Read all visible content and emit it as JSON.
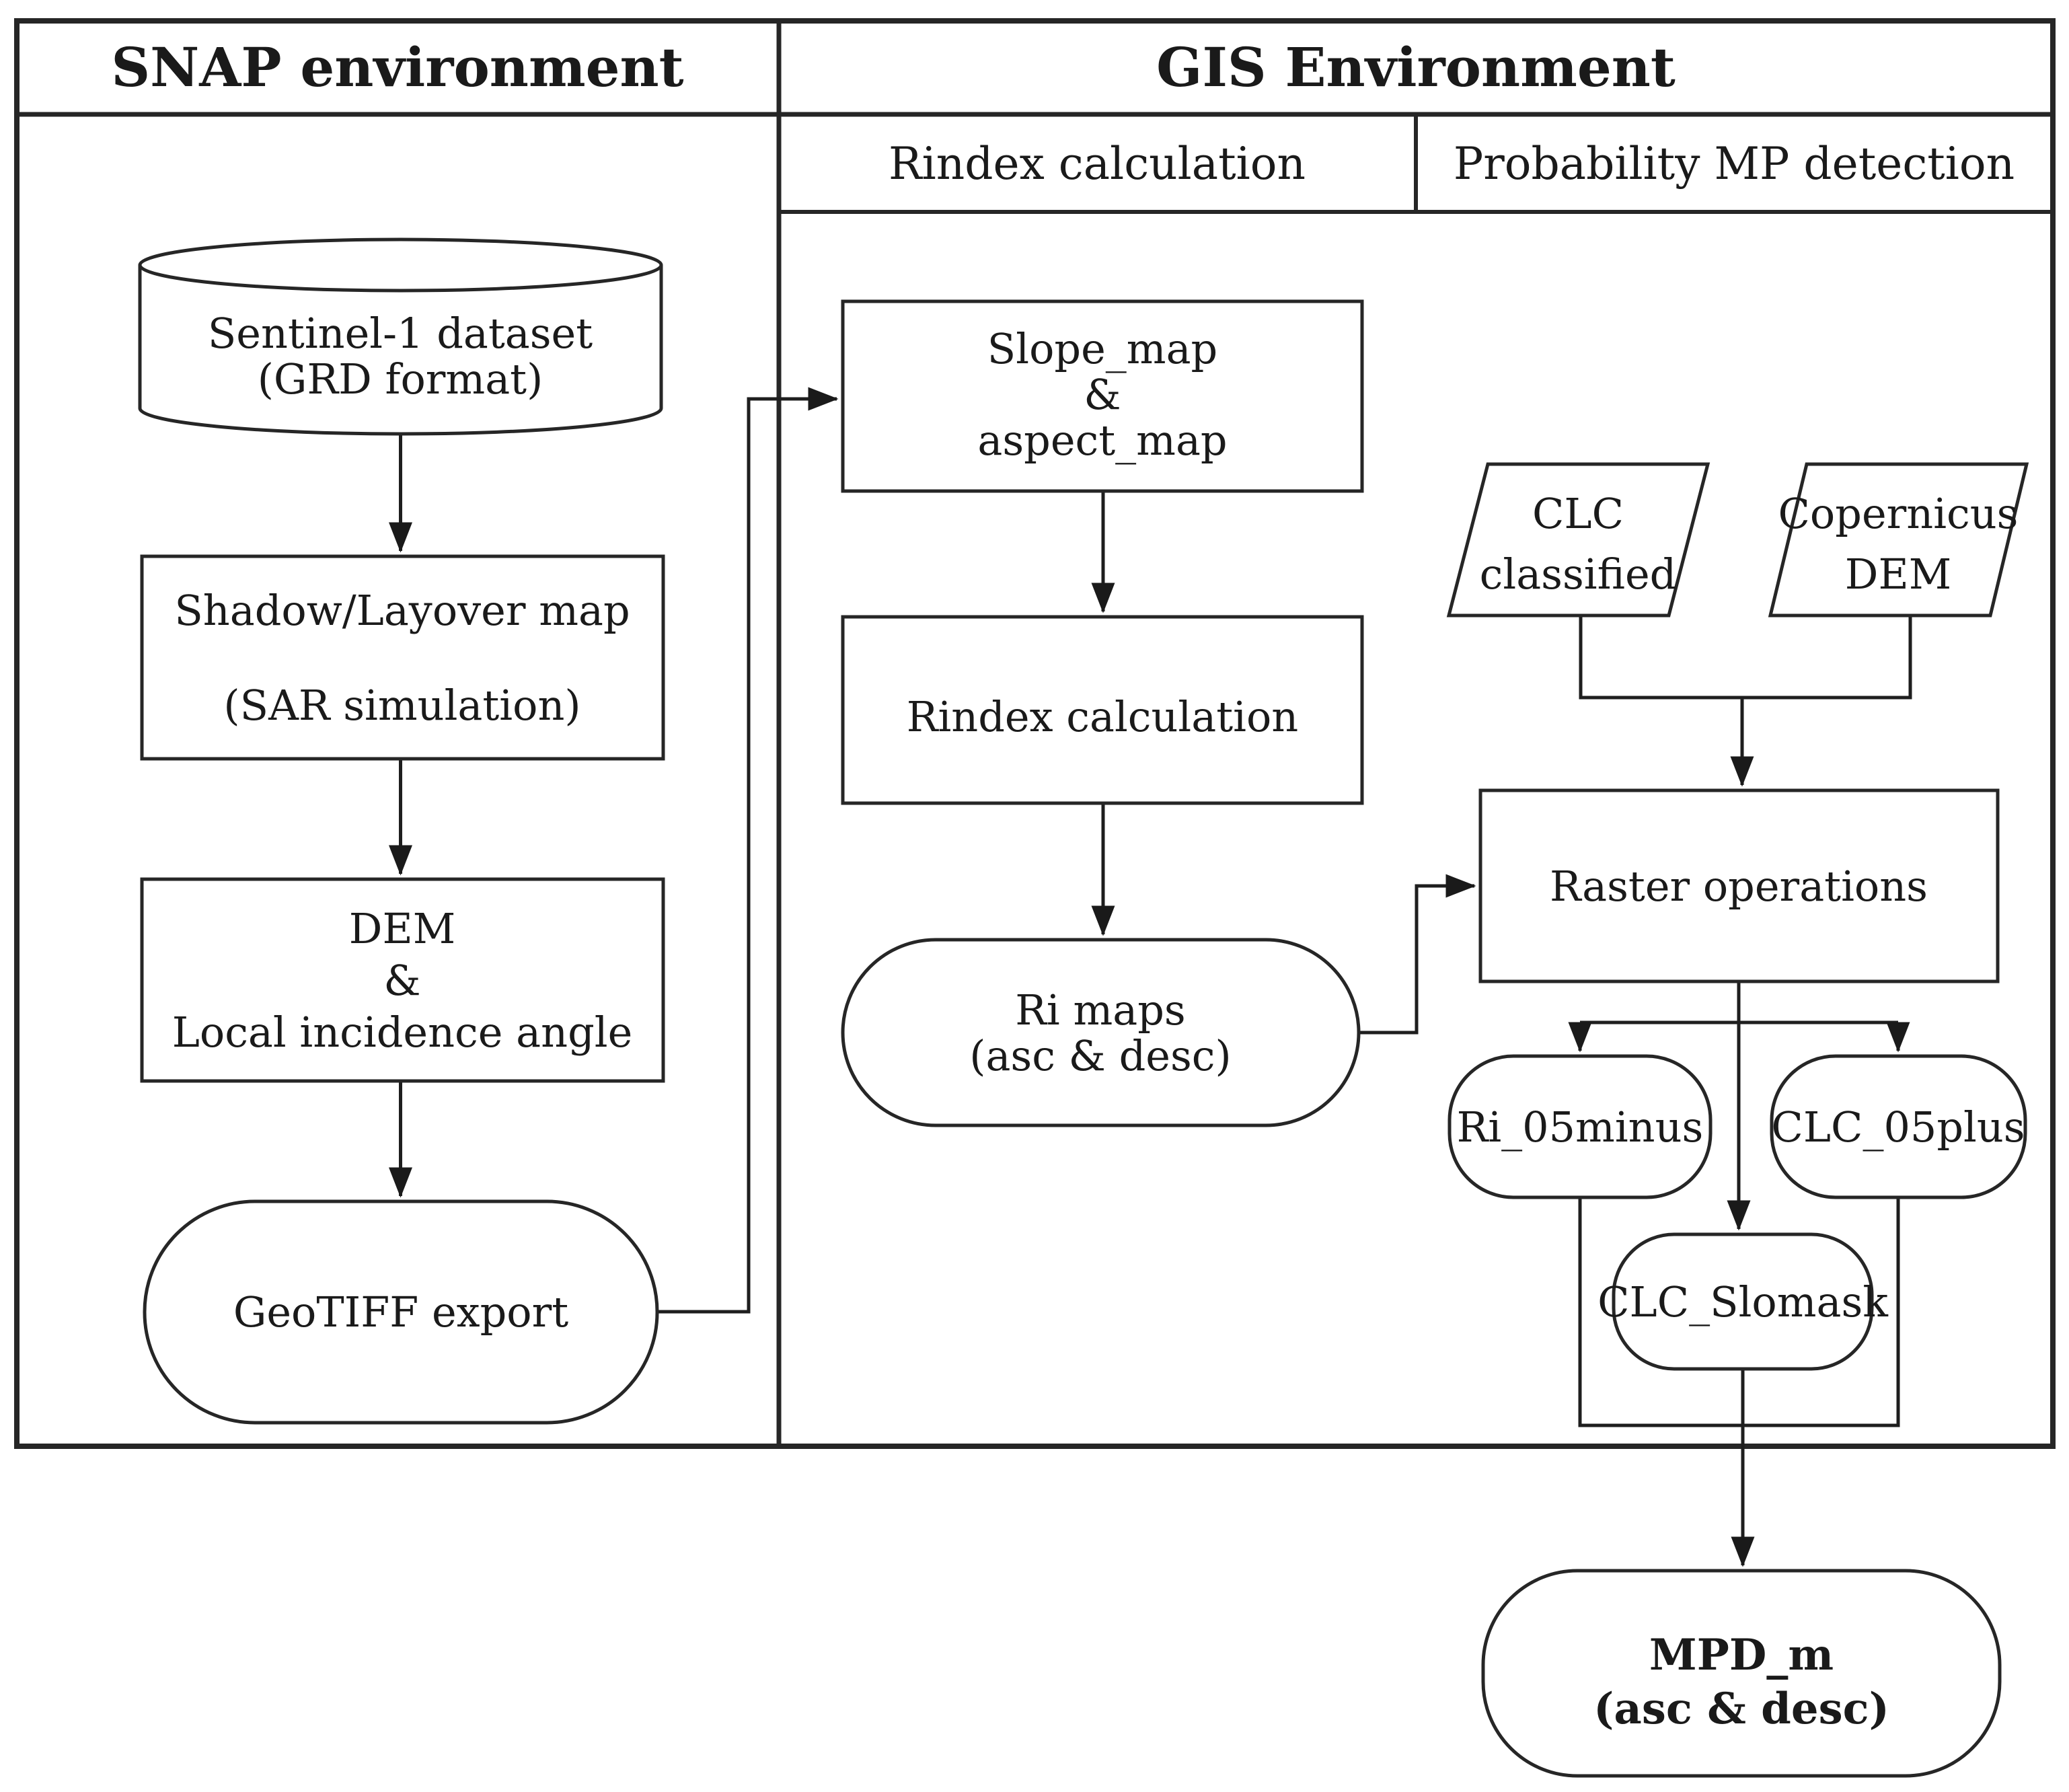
{
  "headers": {
    "snap": "SNAP environment",
    "gis": "GIS Environment",
    "sub_left": "Rindex calculation",
    "sub_right": "Probability MP detection"
  },
  "nodes": {
    "sentinel": {
      "shape": "cylinder",
      "lines": [
        "Sentinel-1 dataset",
        "(GRD format)"
      ]
    },
    "shadow": {
      "shape": "rect",
      "lines": [
        "Shadow/Layover map",
        "(SAR simulation)"
      ]
    },
    "dem": {
      "shape": "rect",
      "lines": [
        "DEM",
        "&",
        "Local incidence angle"
      ]
    },
    "geotiff": {
      "shape": "stadium",
      "lines": [
        "GeoTIFF export"
      ]
    },
    "slope": {
      "shape": "rect",
      "lines": [
        "Slope_map",
        "&",
        "aspect_map"
      ]
    },
    "rindex": {
      "shape": "rect",
      "lines": [
        "Rindex calculation"
      ]
    },
    "rimaps": {
      "shape": "stadium",
      "lines": [
        "Ri maps",
        "(asc & desc)"
      ]
    },
    "clc": {
      "shape": "parallelogram",
      "lines": [
        "CLC",
        "classified"
      ]
    },
    "copernicus": {
      "shape": "parallelogram",
      "lines": [
        "Copernicus",
        "DEM"
      ]
    },
    "raster": {
      "shape": "rect",
      "lines": [
        "Raster operations"
      ]
    },
    "ri05minus": {
      "shape": "stadium",
      "lines": [
        "Ri_05minus"
      ]
    },
    "clc05plus": {
      "shape": "stadium",
      "lines": [
        "CLC_05plus"
      ]
    },
    "clcslomask": {
      "shape": "stadium",
      "lines": [
        "CLC_Slomask"
      ]
    },
    "mpd": {
      "shape": "stadium",
      "lines": [
        "MPD_m",
        "(asc & desc)"
      ]
    }
  },
  "colors": {
    "stroke": "#262626",
    "accent_red": "#d02c33"
  }
}
